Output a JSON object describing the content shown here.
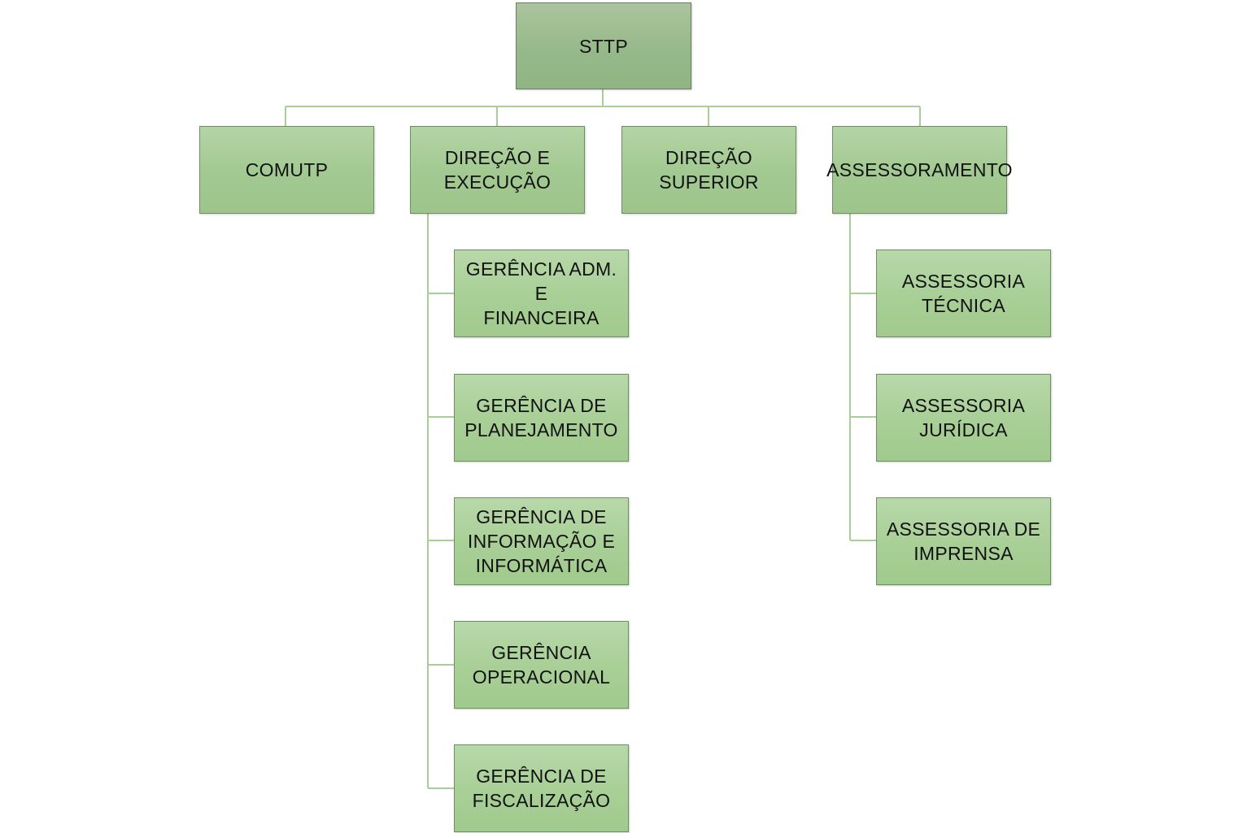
{
  "colors": {
    "connector": "#a9cf98",
    "root_fill": "#9fbd92",
    "level1_fill": "#a8cc97",
    "level2_fill": "#abd199",
    "border": "#6f8e63",
    "text": "#111111"
  },
  "root": {
    "label": "STTP"
  },
  "departments": [
    {
      "label": "COMUTP",
      "children": []
    },
    {
      "label": "DIREÇÃO E\nEXECUÇÃO",
      "children": [
        {
          "label": "GERÊNCIA ADM. E\nFINANCEIRA"
        },
        {
          "label": "GERÊNCIA DE\nPLANEJAMENTO"
        },
        {
          "label": "GERÊNCIA DE\nINFORMAÇÃO E\nINFORMÁTICA"
        },
        {
          "label": "GERÊNCIA\nOPERACIONAL"
        },
        {
          "label": "GERÊNCIA DE\nFISCALIZAÇÃO"
        }
      ]
    },
    {
      "label": "DIREÇÃO\nSUPERIOR",
      "children": []
    },
    {
      "label": "ASSESSORAMENTO",
      "children": [
        {
          "label": "ASSESSORIA\nTÉCNICA"
        },
        {
          "label": "ASSESSORIA\nJURÍDICA"
        },
        {
          "label": "ASSESSORIA DE\nIMPRENSA"
        }
      ]
    }
  ]
}
